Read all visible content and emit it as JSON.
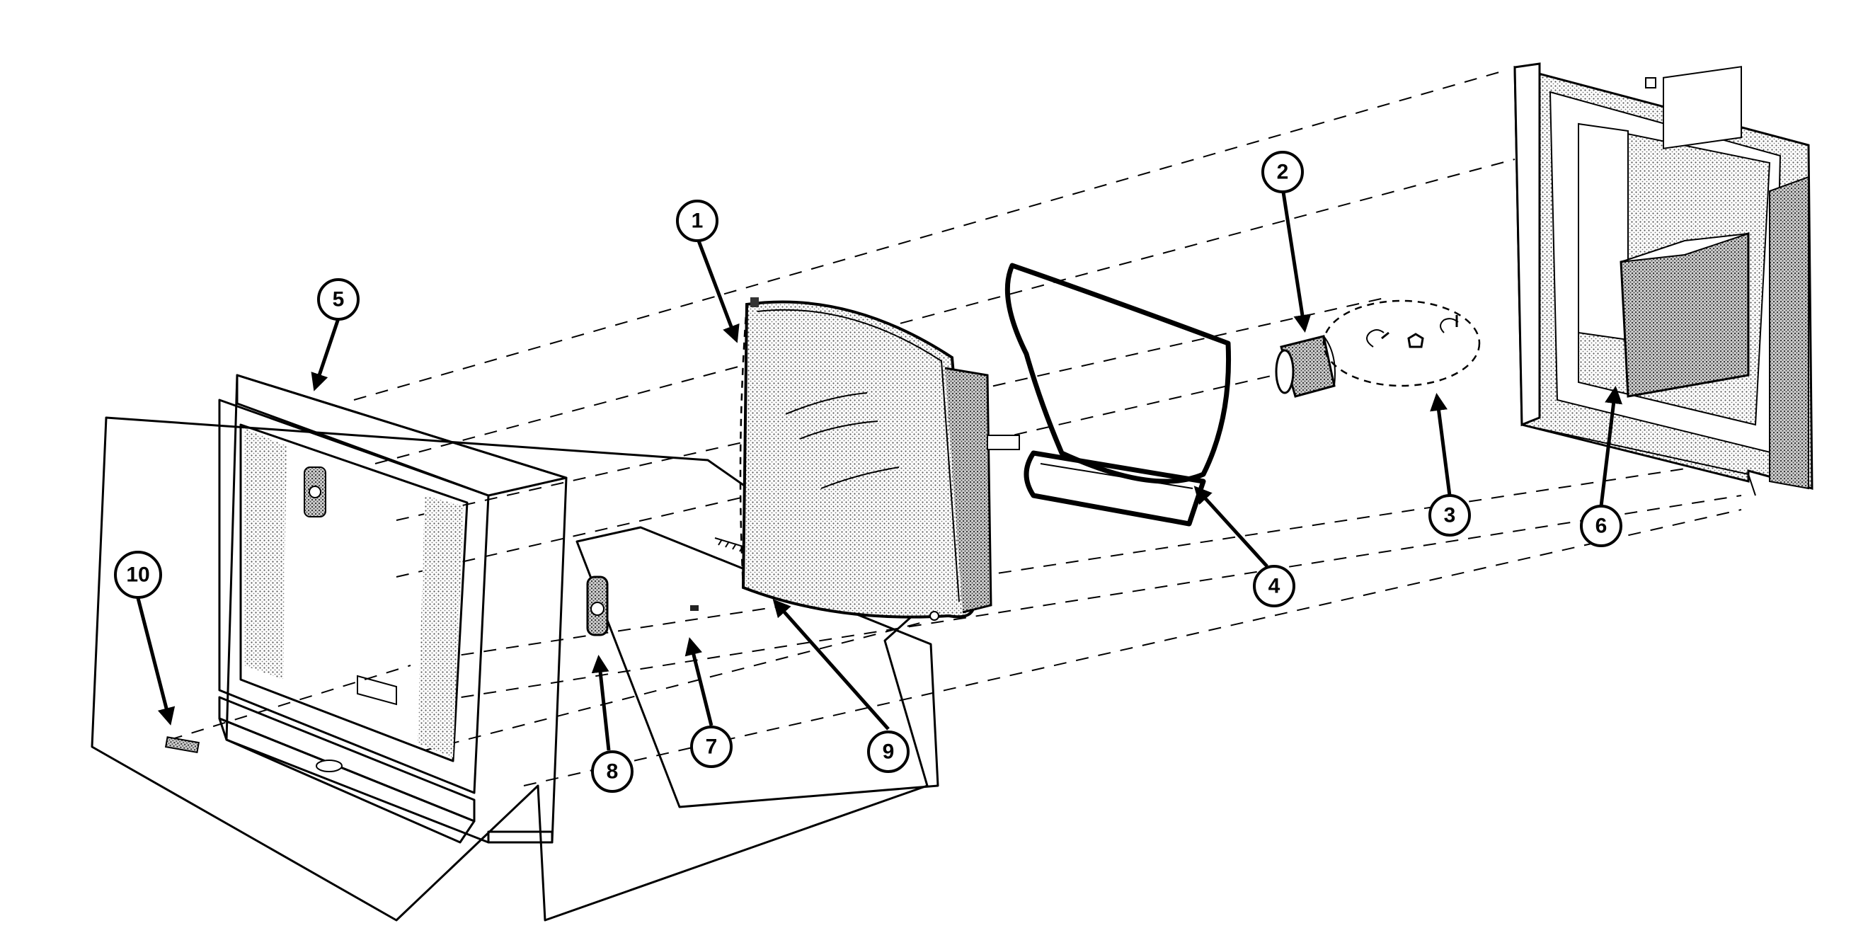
{
  "callouts": [
    {
      "label": "1"
    },
    {
      "label": "2"
    },
    {
      "label": "3"
    },
    {
      "label": "4"
    },
    {
      "label": "5"
    },
    {
      "label": "6"
    },
    {
      "label": "7"
    },
    {
      "label": "8"
    },
    {
      "label": "9"
    },
    {
      "label": "10"
    }
  ],
  "colors": {
    "ink": "#000000",
    "paper": "#ffffff"
  }
}
